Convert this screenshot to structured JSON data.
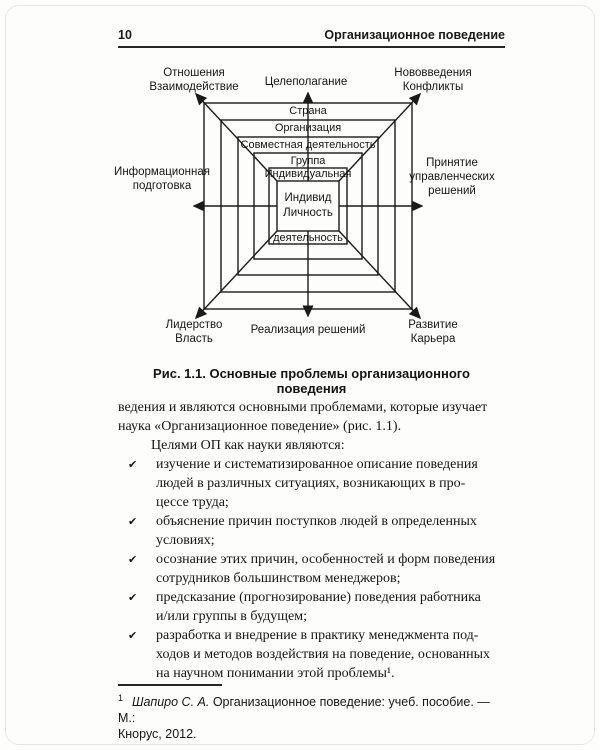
{
  "header": {
    "page_number": "10",
    "title": "Организационное поведение"
  },
  "figure": {
    "ink_color": "#1a1a1a",
    "rings": [
      "Страна",
      "Организация",
      "Совместная деятельность",
      "Группа",
      "Индивидуальная",
      "деятельность"
    ],
    "center": "Индивид\nЛичность",
    "outer_labels": {
      "top_left": "Отношения\nВзаимодействие",
      "top": "Целеполагание",
      "top_right": "Нововведения\nКонфликты",
      "left": "Информационная\nподготовка",
      "right": "Принятие\nуправленческих\nрешений",
      "bottom_left": "Лидерство\nВласть",
      "bottom": "Реализация решений",
      "bottom_right": "Развитие\nКарьера"
    },
    "caption": "Рис. 1.1. Основные проблемы организационного поведения"
  },
  "body": {
    "paragraph1": "ведения и являются основными проблемами, которые изучает\nнаука «Организационное поведение» (рис. 1.1).",
    "paragraph2": "Целями ОП как науки являются:",
    "bullet_marker": "✔",
    "bullets": [
      "изучение и систематизированное описание поведения\nлюдей в различных ситуациях, возникающих в про-\nцессе труда;",
      "объяснение причин поступков людей в определенных\nусловиях;",
      "осознание этих причин, особенностей и форм поведения\nсотрудников большинством менеджеров;",
      "предсказание (прогнозирование) поведения работника\nи/или группы в будущем;",
      "разработка и внедрение в практику менеджмента под-\nходов и методов воздействия на поведение, основанных\nна научном понимании этой проблемы¹."
    ]
  },
  "footnote": {
    "marker": "1",
    "author": "Шапиро С. А.",
    "text": "Организационное поведение: учеб. пособие. — М.:\nКнорус, 2012."
  }
}
